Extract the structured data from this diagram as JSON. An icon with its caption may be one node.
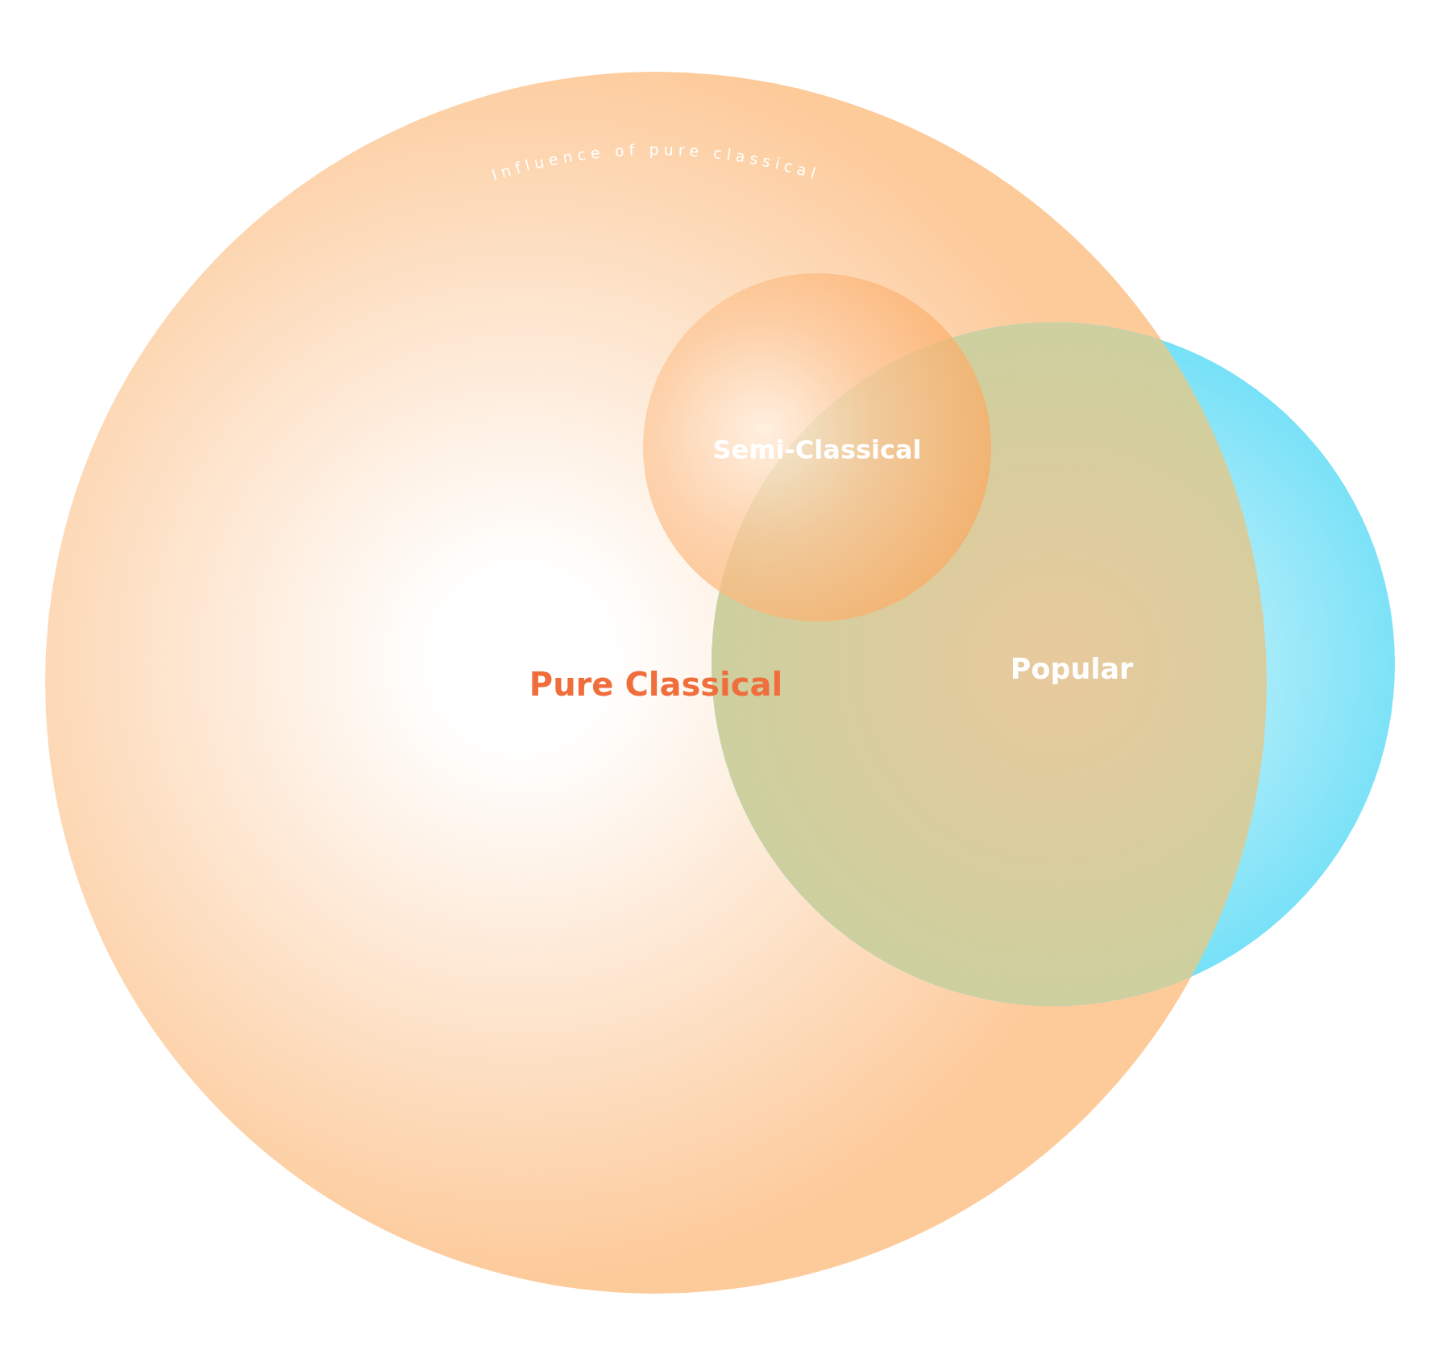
{
  "diagram": {
    "nodes": [
      {
        "text": [
          "Influence of pure classical",
          "Pure Classical"
        ]
      },
      {
        "text": [
          "Semi-Classical"
        ],
        "in": 0
      },
      {
        "text": [
          "Popular"
        ]
      }
    ]
  }
}
